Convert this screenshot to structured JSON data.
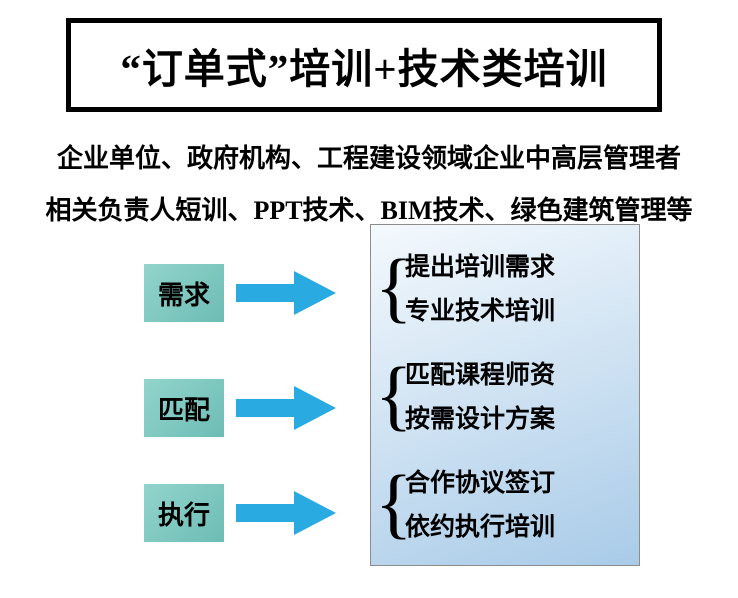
{
  "title": "“订单式”培训+技术类培训",
  "subtitle": [
    "企业单位、政府机构、工程建设领域企业中高层管理者",
    "相关负责人短训、PPT技术、BIM技术、绿色建筑管理等"
  ],
  "rows": [
    {
      "label": "需求",
      "items": [
        "提出培训需求",
        "专业技术培训"
      ]
    },
    {
      "label": "匹配",
      "items": [
        "匹配课程师资",
        "按需设计方案"
      ]
    },
    {
      "label": "执行",
      "items": [
        "合作协议签订",
        "依约执行培训"
      ]
    }
  ],
  "icons": {
    "brace": "{",
    "arrow": "right-arrow"
  },
  "colors": {
    "stage_box": "#6CBDB5",
    "stage_box_light": "#93D4CC",
    "arrow": "#29ABE2",
    "panel_top": "#F4F9FD",
    "panel_bottom": "#A9CBE8",
    "panel_border": "#8C8C8C",
    "border": "#000000"
  }
}
